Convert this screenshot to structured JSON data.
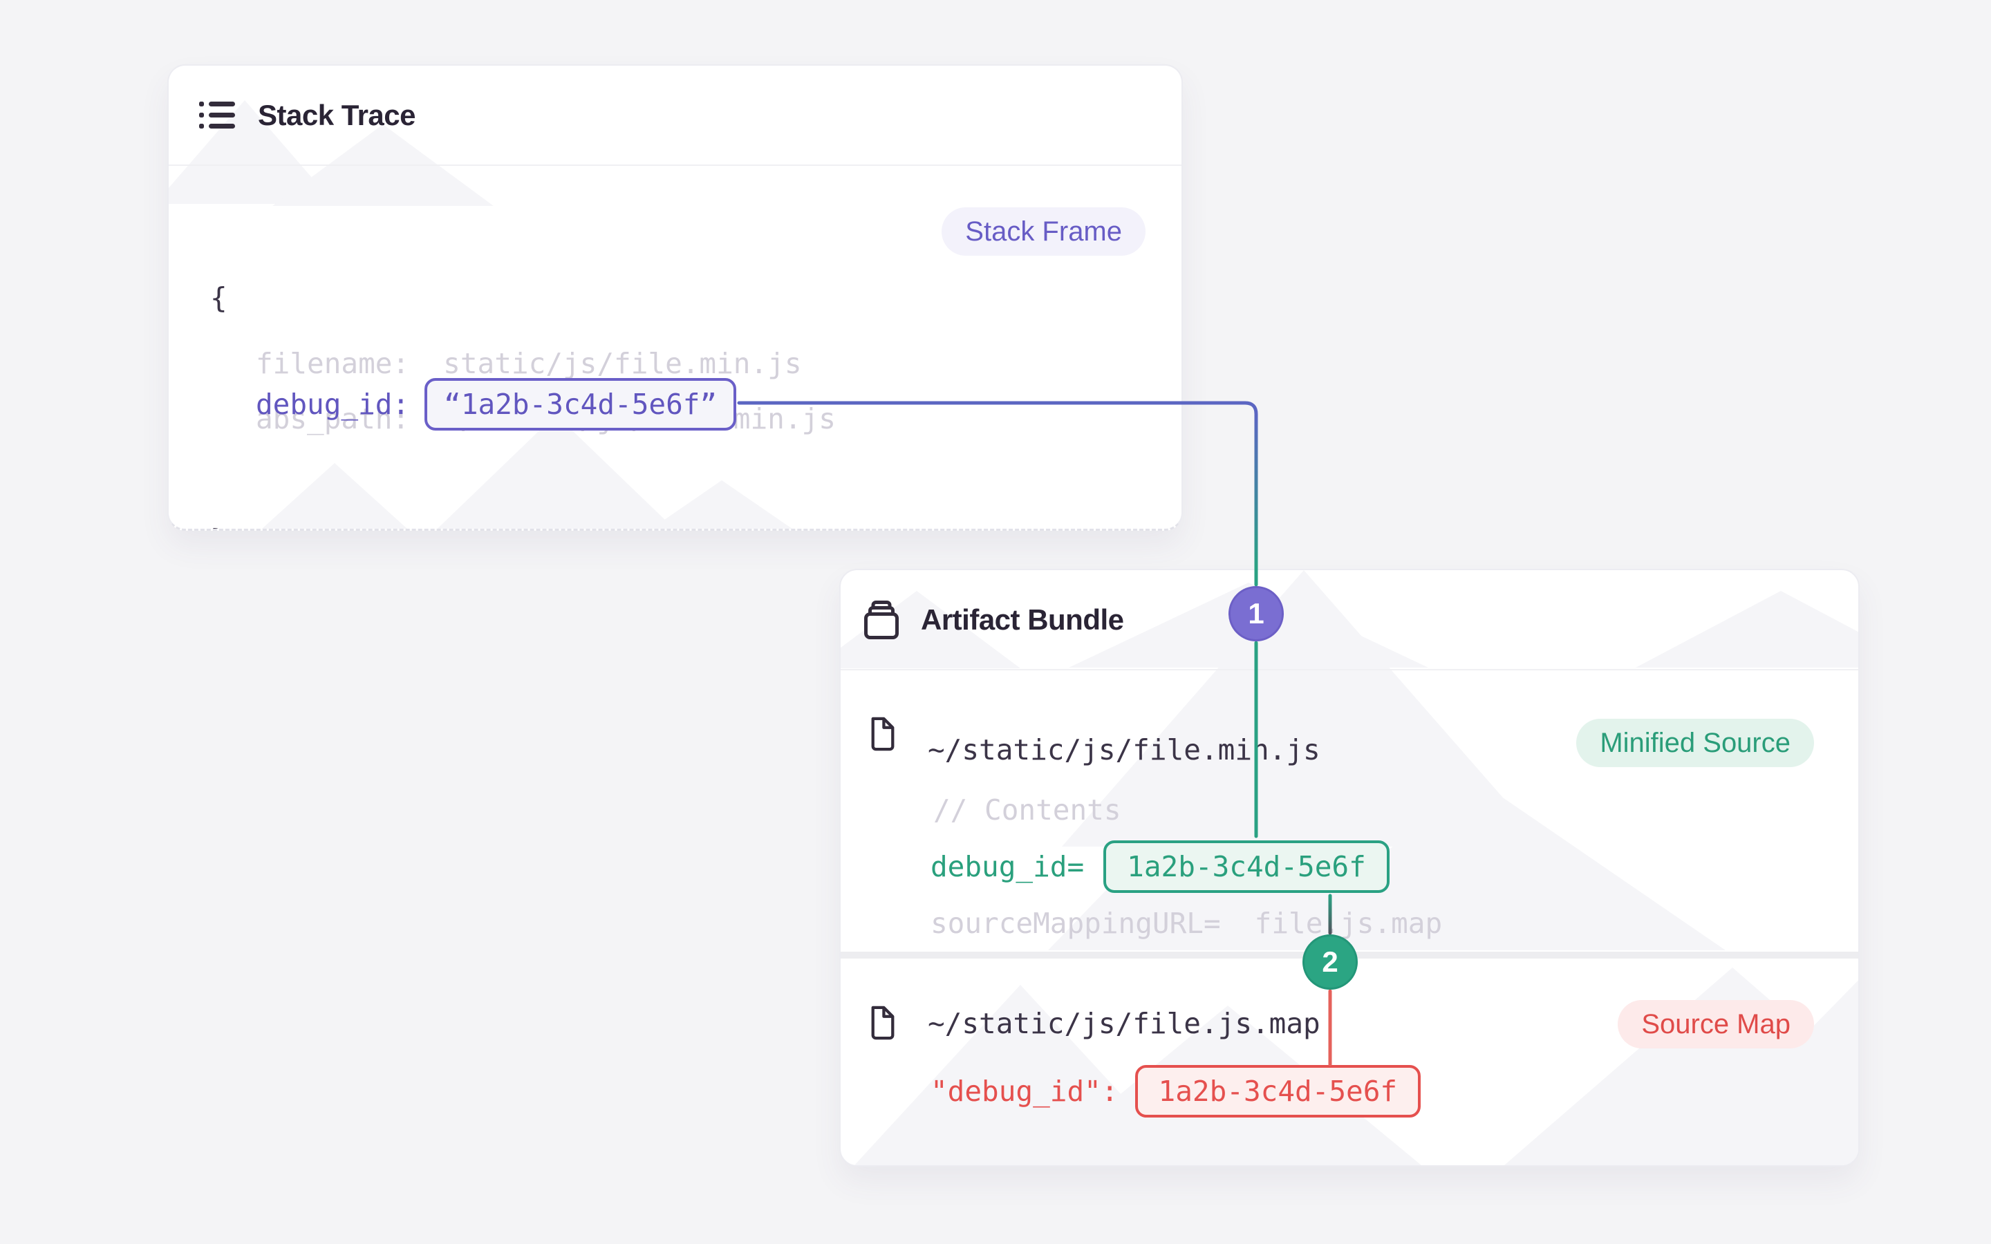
{
  "diagram": {
    "stack_trace": {
      "title": "Stack Trace",
      "frame_badge": "Stack Frame",
      "brace_open": "{",
      "brace_close": "}",
      "filename_label": "filename:",
      "filename_value": "static/js/file.min.js",
      "abs_path_label": "abs_path:",
      "abs_path_value": "~/static/js/file.min.js",
      "debug_id_label": "debug_id:",
      "debug_id_value": "“1a2b-3c4d-5e6f”"
    },
    "artifact_bundle": {
      "title": "Artifact Bundle",
      "minified_source": {
        "path": "~/static/js/file.min.js",
        "badge": "Minified Source",
        "comment": "// Contents",
        "debug_id_label": "debug_id=",
        "debug_id_value": "1a2b-3c4d-5e6f",
        "source_mapping_label": "sourceMappingURL=",
        "source_mapping_value": "file.js.map"
      },
      "source_map": {
        "path": "~/static/js/file.js.map",
        "badge": "Source Map",
        "debug_id_label": "\"debug_id\":",
        "debug_id_value": "1a2b-3c4d-5e6f"
      }
    },
    "steps": {
      "one": "1",
      "two": "2"
    },
    "colors": {
      "purple": "#6a5fc8",
      "indigo_wire": "#5b66c2",
      "green": "#2aa183",
      "red": "#e5504e",
      "background": "#f4f4f6"
    }
  }
}
